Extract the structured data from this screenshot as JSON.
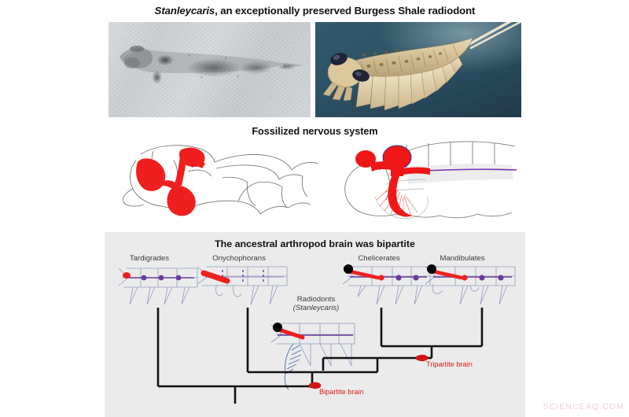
{
  "meta": {
    "watermark": "SCIENCEAQ.COM"
  },
  "top": {
    "title_species": "Stanleycaris",
    "title_rest": ", an exceptionally preserved Burgess Shale radiodont",
    "fossil_image_alt": "fossil-specimen-photograph",
    "reconstruction_image_alt": "life-reconstruction-illustration",
    "colors": {
      "water_background": "#2e5366",
      "body_tan": "#d9c39a",
      "eye_dark": "#1f2538"
    }
  },
  "middle": {
    "title": "Fossilized nervous system",
    "left_diagram_alt": "fossil-nervous-system-tracing",
    "right_diagram_alt": "nervous-system-reconstruction-diagram",
    "colors": {
      "neural_red": "#ee1c1c",
      "nerve_cord_purple": "#7a3fa8",
      "outline_gray": "#6b6b6b"
    }
  },
  "bottom": {
    "title": "The ancestral arthropod brain was bipartite",
    "taxa": [
      {
        "id": "tardigrades",
        "label": "Tardigrades",
        "sub": ""
      },
      {
        "id": "onychophorans",
        "label": "Onychophorans",
        "sub": ""
      },
      {
        "id": "radiodonts",
        "label": "Radiodonts",
        "sub": "(Stanleycaris)"
      },
      {
        "id": "chelicerates",
        "label": "Chelicerates",
        "sub": ""
      },
      {
        "id": "mandibulates",
        "label": "Mandibulates",
        "sub": ""
      }
    ],
    "nodes": [
      {
        "id": "tripartite",
        "label": "Tripartite brain"
      },
      {
        "id": "bipartite",
        "label": "Bipartite brain"
      }
    ],
    "colors": {
      "panel_background": "#ebebeb",
      "tree_line": "#111111",
      "marker_red": "#d41414",
      "brain_red": "#ee2020",
      "ganglion_purple": "#6a3a9c",
      "body_blue": "#46639e",
      "eye_black": "#000000"
    }
  }
}
